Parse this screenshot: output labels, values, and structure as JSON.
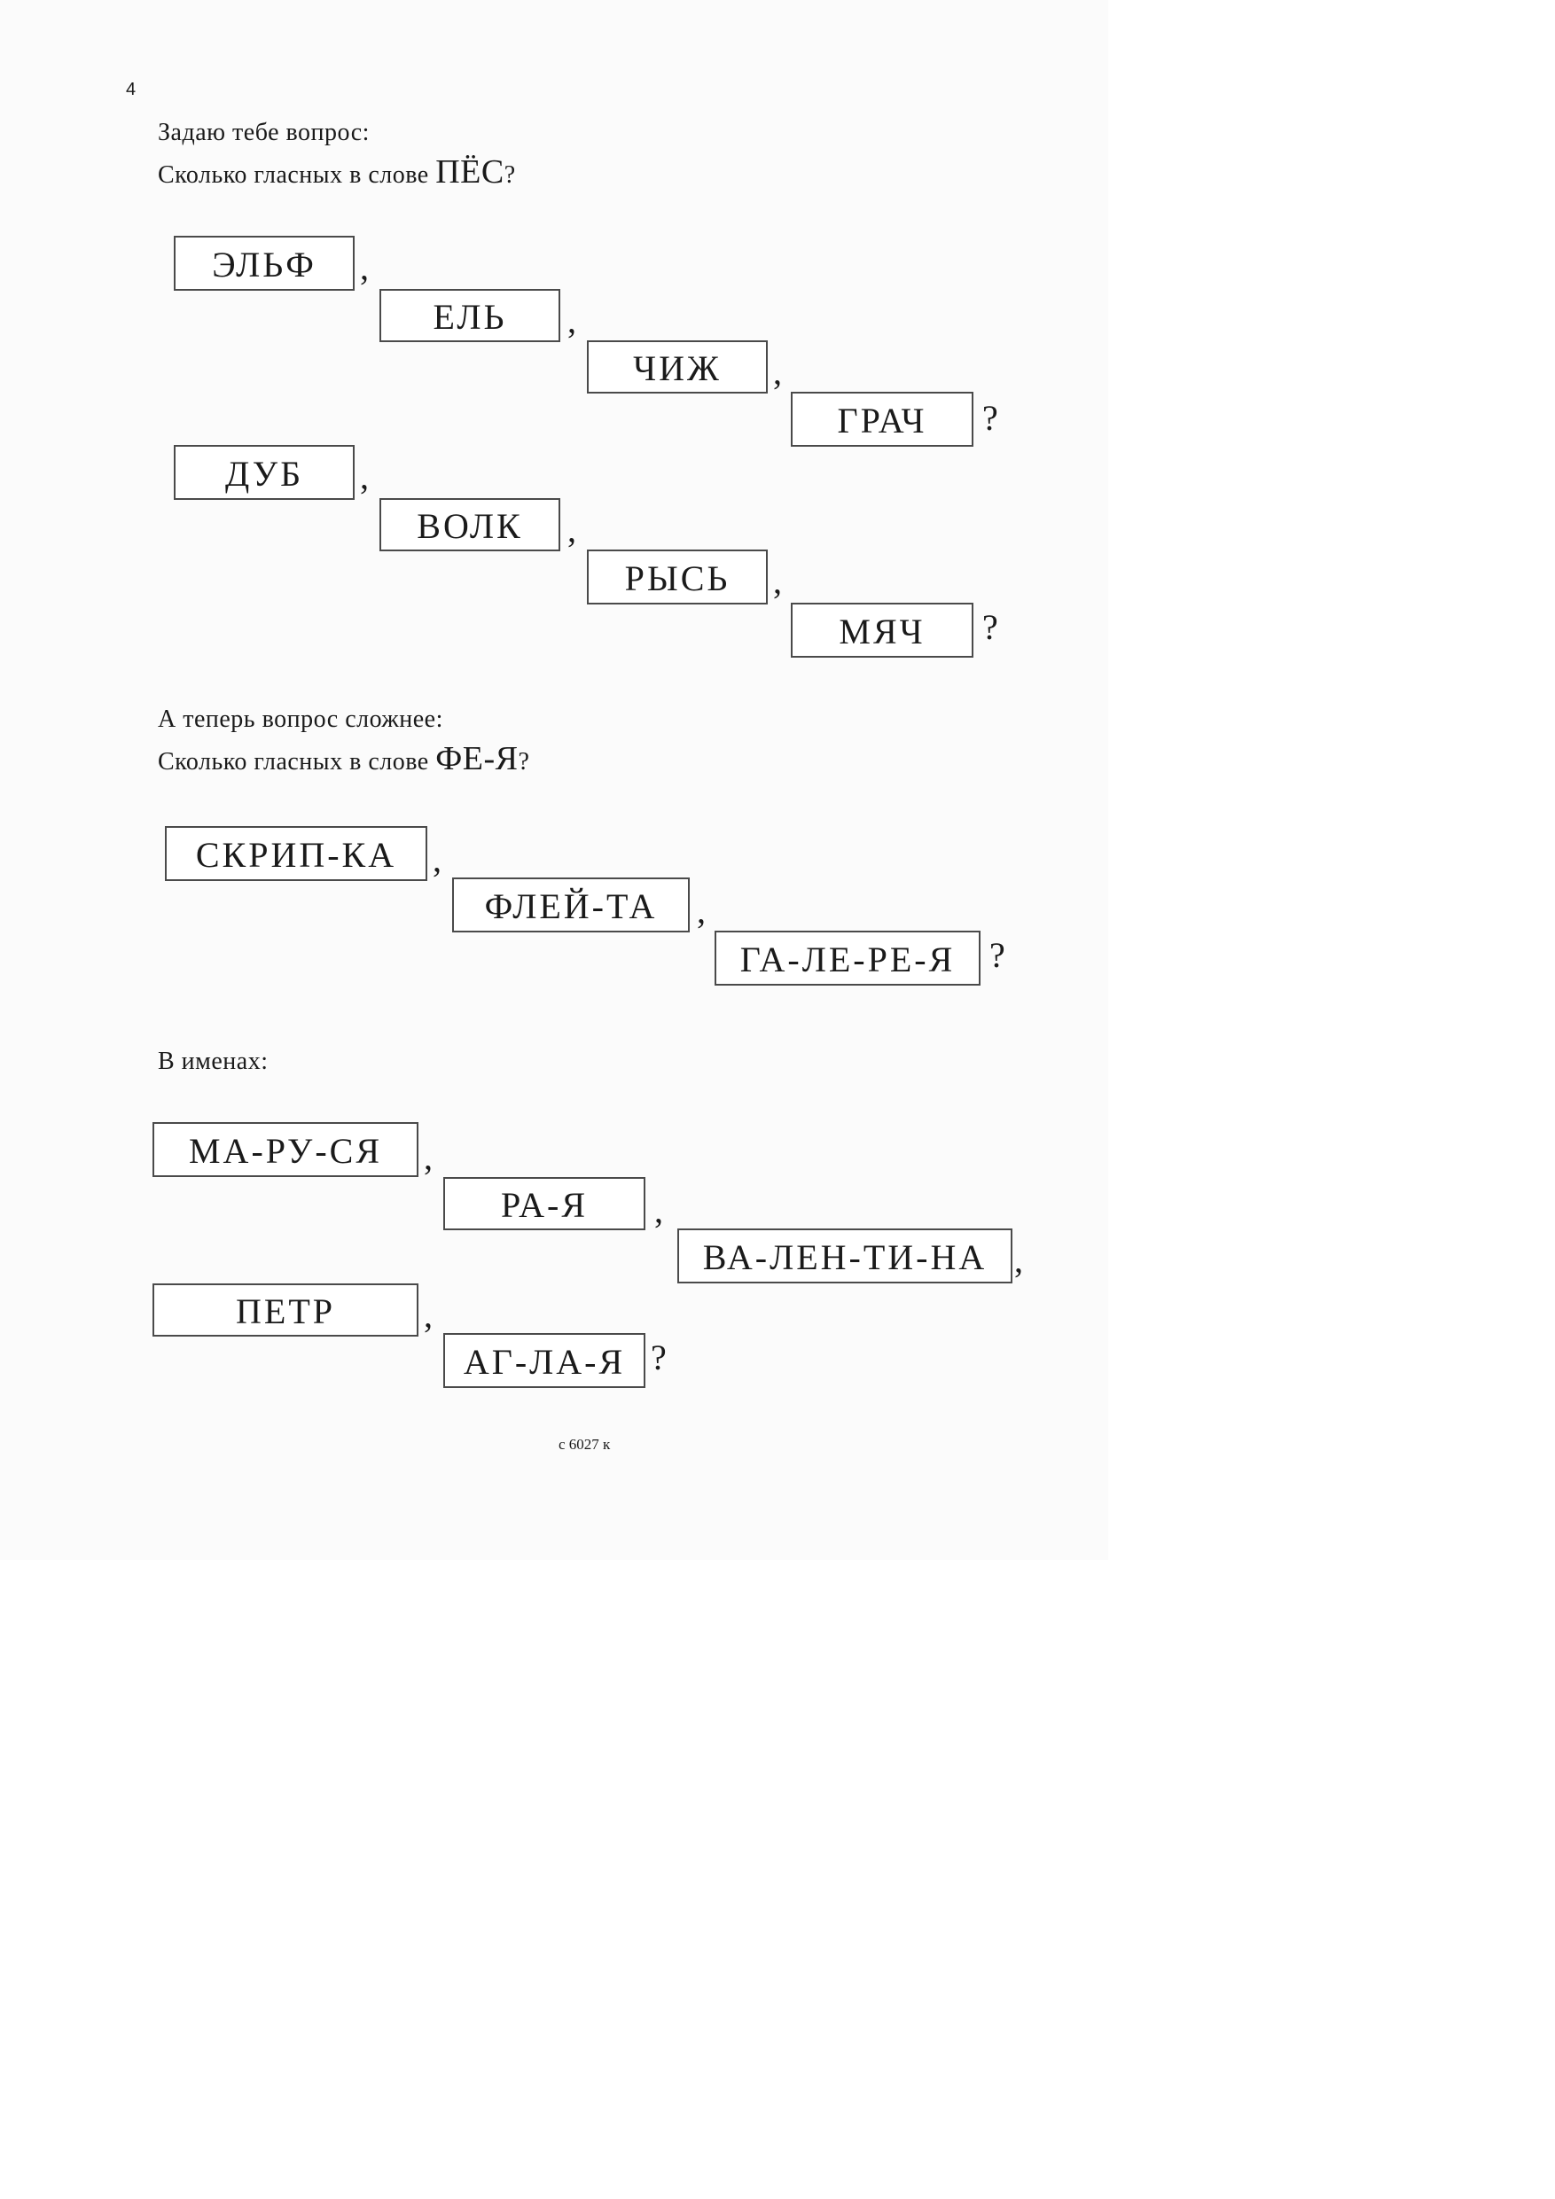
{
  "page_number": "4",
  "section1": {
    "line1": "Задаю тебе вопрос:",
    "line2_prefix": "Сколько гласных в слове ",
    "line2_word": "ПЁС",
    "line2_suffix": "?"
  },
  "section1_words": [
    {
      "text": "ЭЛЬФ",
      "punct": ","
    },
    {
      "text": "ЕЛЬ",
      "punct": ","
    },
    {
      "text": "ЧИЖ",
      "punct": ","
    },
    {
      "text": "ГРАЧ",
      "punct": "?"
    },
    {
      "text": "ДУБ",
      "punct": ","
    },
    {
      "text": "ВОЛК",
      "punct": ","
    },
    {
      "text": "РЫСЬ",
      "punct": ","
    },
    {
      "text": "МЯЧ",
      "punct": "?"
    }
  ],
  "section2": {
    "line1": "А теперь вопрос сложнее:",
    "line2_prefix": "Сколько гласных в слове ",
    "line2_word": "ФЕ-Я",
    "line2_suffix": "?"
  },
  "section2_words": [
    {
      "text": "СКРИП-КА",
      "punct": ","
    },
    {
      "text": "ФЛЕЙ-ТА",
      "punct": ","
    },
    {
      "text": "ГА-ЛЕ-РЕ-Я",
      "punct": "?"
    }
  ],
  "section3": {
    "line1": "В именах:"
  },
  "section3_words": [
    {
      "text": "МА-РУ-СЯ",
      "punct": ","
    },
    {
      "text": "РА-Я",
      "punct": ","
    },
    {
      "text": "ВА-ЛЕН-ТИ-НА",
      "punct": ","
    },
    {
      "text": "ПЕТР",
      "punct": ","
    },
    {
      "text": "АГ-ЛА-Я",
      "punct": "?"
    }
  ],
  "footer": "с 6027 к"
}
